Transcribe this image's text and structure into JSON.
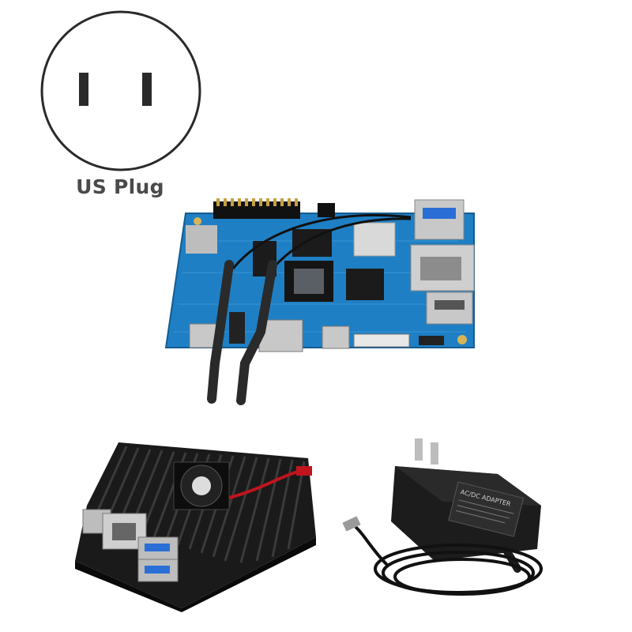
{
  "plug": {
    "caption": "US Plug",
    "icon": "us-plug-icon"
  },
  "products": {
    "board": {
      "icon": "single-board-computer-image"
    },
    "case": {
      "icon": "aluminum-case-with-fan-image"
    },
    "adapter": {
      "icon": "power-adapter-image",
      "label": "AC/DC ADAPTER"
    }
  },
  "colors": {
    "board_blue": "#1f7fc4",
    "metal_black": "#1a1a1a",
    "usb_blue": "#2b6fd6",
    "caption_gray": "#4a4a4a"
  }
}
